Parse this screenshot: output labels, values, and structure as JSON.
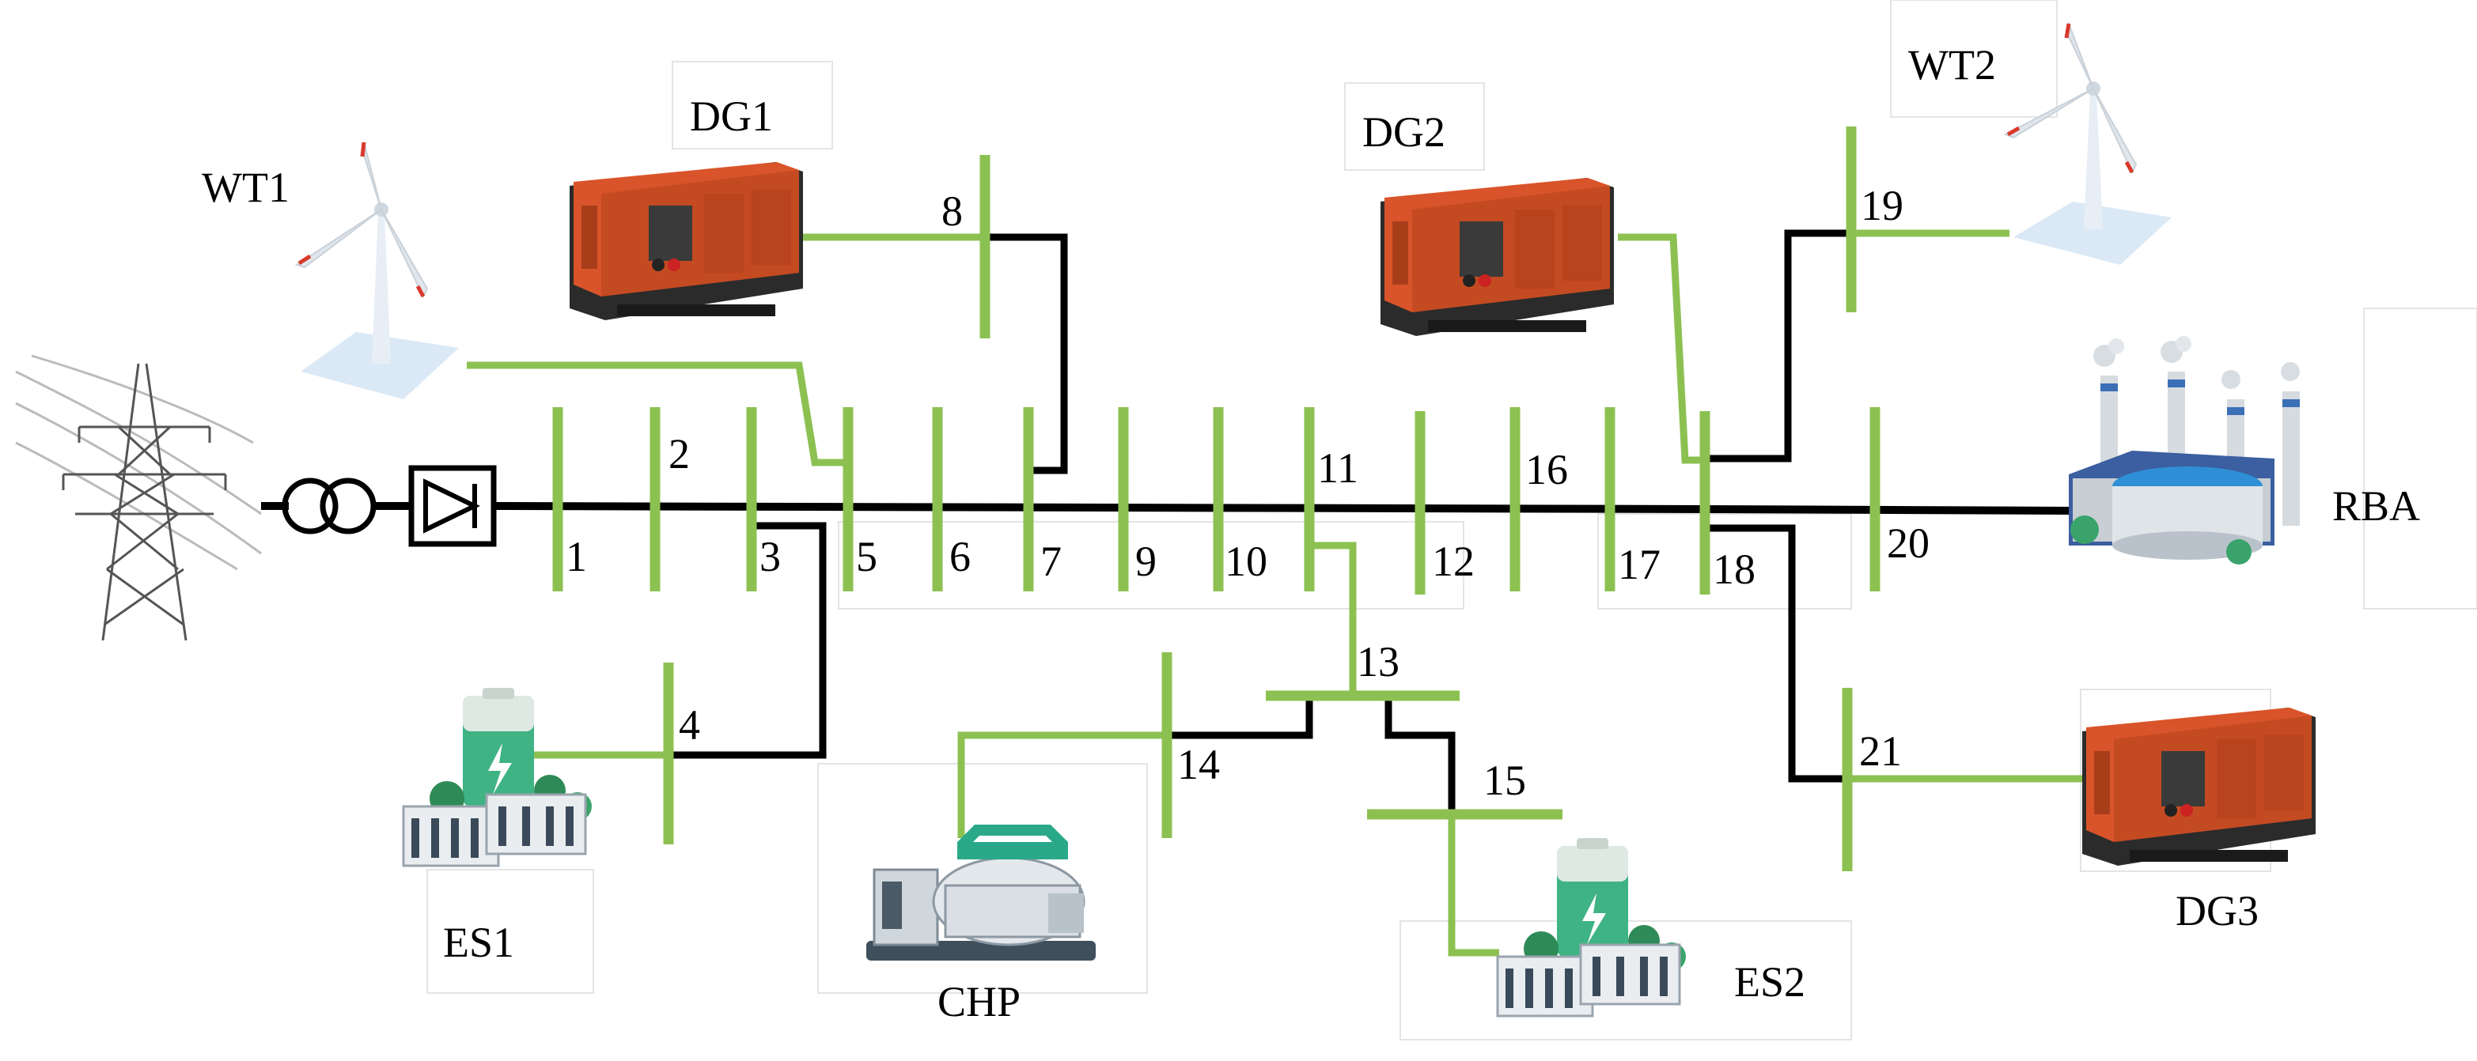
{
  "components": {
    "wt1": "WT1",
    "wt2": "WT2",
    "dg1": "DG1",
    "dg2": "DG2",
    "dg3": "DG3",
    "es1": "ES1",
    "es2": "ES2",
    "chp": "CHP",
    "rba": "RBA"
  },
  "buses": [
    "1",
    "2",
    "3",
    "4",
    "5",
    "6",
    "7",
    "8",
    "9",
    "10",
    "11",
    "12",
    "13",
    "14",
    "15",
    "16",
    "17",
    "18",
    "19",
    "20",
    "21"
  ],
  "colors": {
    "bus": "#8cc152",
    "line": "#000000",
    "generator_body": "#d9542a",
    "generator_base": "#2b2b2b",
    "battery": "#3fb383",
    "turbine_blade_tip": "#d93a2b"
  },
  "icons": [
    "transmission-tower-icon",
    "transformer-icon",
    "converter-icon",
    "wind-turbine-icon",
    "diesel-generator-icon",
    "battery-storage-icon",
    "chp-plant-icon",
    "factory-icon"
  ]
}
